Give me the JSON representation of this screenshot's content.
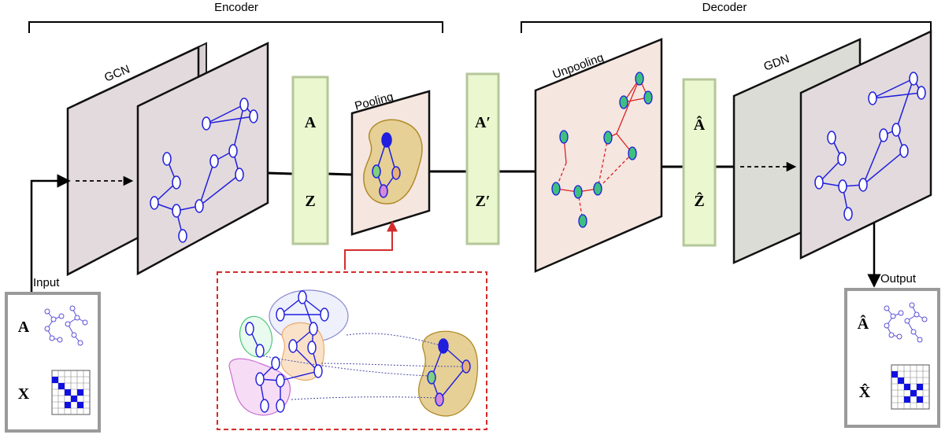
{
  "labels": {
    "encoder": "Encoder",
    "decoder": "Decoder",
    "gcn": "GCN",
    "pooling": "Pooling",
    "unpooling": "Unpooling",
    "gdn": "GDN",
    "input": "Input",
    "output": "Output"
  },
  "latents": {
    "a": "A",
    "z": "Z",
    "a_prime": "A′",
    "z_prime": "Z′",
    "a_hat": "Â",
    "z_hat": "Ẑ"
  },
  "input_box": {
    "a": "A",
    "x": "X"
  },
  "output_box": {
    "a": "Â",
    "x": "X̂"
  },
  "colors": {
    "panel_gcn": "#e3dadd",
    "panel_pool": "#f5e6e0",
    "panel_gdn": "#dcdcd6",
    "latent_fill": "#eaf7cf",
    "latent_stroke": "#b5c79a",
    "graph_blue": "#1f1fdd",
    "cluster_gold": "#e6d096",
    "node_green": "#3fbf7f",
    "edge_red": "#e02020",
    "inset_border": "#d42c2c"
  },
  "icons": [
    "encoder-brace-icon",
    "decoder-brace-icon",
    "arrow-icon",
    "graph-icon",
    "matrix-icon"
  ]
}
